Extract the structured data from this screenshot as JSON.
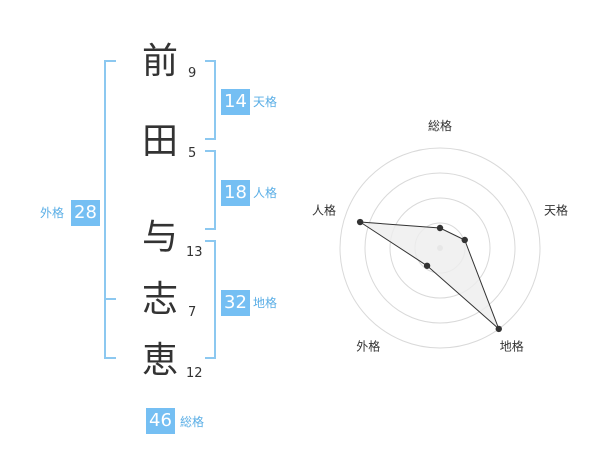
{
  "characters": [
    {
      "char": "前",
      "strokes": "9"
    },
    {
      "char": "田",
      "strokes": "5"
    },
    {
      "char": "与",
      "strokes": "13"
    },
    {
      "char": "志",
      "strokes": "7"
    },
    {
      "char": "恵",
      "strokes": "12"
    }
  ],
  "fortunes": {
    "tenkaku": {
      "value": "14",
      "label": "天格"
    },
    "jinkaku": {
      "value": "18",
      "label": "人格"
    },
    "chikaku": {
      "value": "32",
      "label": "地格"
    },
    "gaikaku": {
      "value": "28",
      "label": "外格"
    },
    "soukaku": {
      "value": "46",
      "label": "総格"
    }
  },
  "colors": {
    "accent": "#75bff3",
    "bracket": "#8cc8f0",
    "label": "#5aaee6",
    "text": "#333333",
    "radar_ring": "#d9d9d9",
    "radar_fill": "#eeeeee"
  },
  "chart_data": {
    "type": "radar",
    "axes": [
      "総格",
      "天格",
      "地格",
      "外格",
      "人格"
    ],
    "values": [
      0.2,
      0.26,
      1.0,
      0.22,
      0.84
    ],
    "scale": [
      0,
      1
    ],
    "rings": 4
  }
}
